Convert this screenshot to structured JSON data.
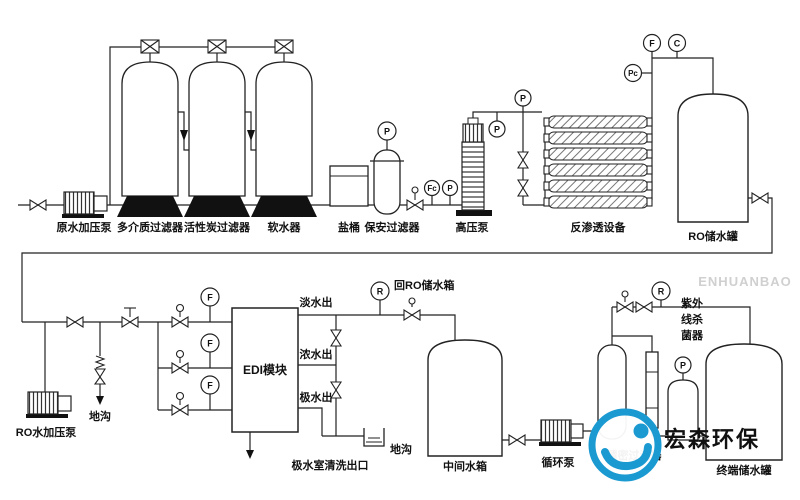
{
  "top": {
    "labels": {
      "raw_pump": "原水加压泵",
      "multimedia_filter": "多介质过滤器",
      "carbon_filter": "活性炭过滤器",
      "softener": "软水器",
      "salt_barrel": "盐桶",
      "security_filter": "保安过滤器",
      "hp_pump": "高压泵",
      "ro_unit": "反渗透设备",
      "ro_tank": "RO储水罐"
    },
    "gauges": {
      "security_p": "P",
      "flow_fc": "Fc",
      "inlet_p": "P",
      "pump_p": "P",
      "feed_p": "P",
      "product_f": "F",
      "conductivity_c": "C",
      "product_pc": "Pc"
    }
  },
  "bottom": {
    "labels": {
      "ro_pump": "RO水加压泵",
      "drain_left": "地沟",
      "edi_module": "EDI模块",
      "fresh_out": "淡水出",
      "concentrate_out": "浓水出",
      "polar_out": "极水出",
      "polar_clean_out": "极水室清洗出口",
      "drain_mid": "地沟",
      "return_ro": "回RO储水箱",
      "mid_tank": "中间水箱",
      "circ_pump": "循环泵",
      "precision_filter": "精密过滤器",
      "uv_1": "紫外",
      "uv_2": "线杀",
      "uv_3": "菌器",
      "terminal_tank": "终端储水罐"
    },
    "gauges": {
      "f1": "F",
      "f2": "F",
      "f3": "F",
      "return_r": "R",
      "top_r": "R",
      "filter_p": "P"
    }
  },
  "watermark": {
    "brand": "宏森环保",
    "faint": "ENHUANBAO"
  },
  "colors": {
    "line": "#222222",
    "brand_blue": "#1b9ad2"
  }
}
